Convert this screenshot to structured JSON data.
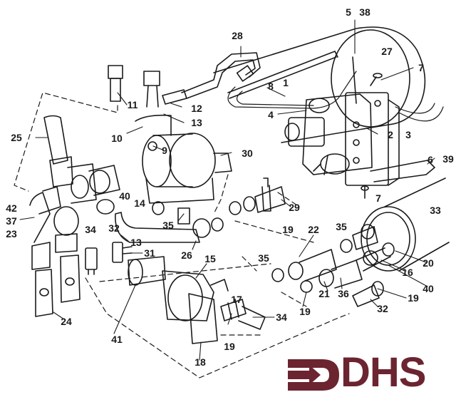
{
  "diagram": {
    "part_labels": [
      {
        "id": "5",
        "text": "5"
      },
      {
        "id": "38",
        "text": "38"
      },
      {
        "id": "28",
        "text": "28"
      },
      {
        "id": "27",
        "text": "27"
      },
      {
        "id": "7a",
        "text": "7"
      },
      {
        "id": "8",
        "text": "8"
      },
      {
        "id": "1",
        "text": "1"
      },
      {
        "id": "11",
        "text": "11"
      },
      {
        "id": "12",
        "text": "12"
      },
      {
        "id": "13a",
        "text": "13"
      },
      {
        "id": "4",
        "text": "4"
      },
      {
        "id": "10",
        "text": "10"
      },
      {
        "id": "2",
        "text": "2"
      },
      {
        "id": "3",
        "text": "3"
      },
      {
        "id": "25",
        "text": "25"
      },
      {
        "id": "9",
        "text": "9"
      },
      {
        "id": "30",
        "text": "30"
      },
      {
        "id": "6",
        "text": "6"
      },
      {
        "id": "39",
        "text": "39"
      },
      {
        "id": "7b",
        "text": "7"
      },
      {
        "id": "40a",
        "text": "40"
      },
      {
        "id": "14",
        "text": "14"
      },
      {
        "id": "29",
        "text": "29"
      },
      {
        "id": "33",
        "text": "33"
      },
      {
        "id": "42",
        "text": "42"
      },
      {
        "id": "37",
        "text": "37"
      },
      {
        "id": "23",
        "text": "23"
      },
      {
        "id": "35a",
        "text": "35"
      },
      {
        "id": "19a",
        "text": "19"
      },
      {
        "id": "22",
        "text": "22"
      },
      {
        "id": "35b",
        "text": "35"
      },
      {
        "id": "34a",
        "text": "34"
      },
      {
        "id": "32a",
        "text": "32"
      },
      {
        "id": "13b",
        "text": "13"
      },
      {
        "id": "26",
        "text": "26"
      },
      {
        "id": "31",
        "text": "31"
      },
      {
        "id": "15",
        "text": "15"
      },
      {
        "id": "20",
        "text": "20"
      },
      {
        "id": "16",
        "text": "16"
      },
      {
        "id": "35c",
        "text": "35"
      },
      {
        "id": "40b",
        "text": "40"
      },
      {
        "id": "21",
        "text": "21"
      },
      {
        "id": "36",
        "text": "36"
      },
      {
        "id": "19b",
        "text": "19"
      },
      {
        "id": "17",
        "text": "17"
      },
      {
        "id": "32b",
        "text": "32"
      },
      {
        "id": "19c",
        "text": "19"
      },
      {
        "id": "34b",
        "text": "34"
      },
      {
        "id": "24",
        "text": "24"
      },
      {
        "id": "41",
        "text": "41"
      },
      {
        "id": "19d",
        "text": "19"
      },
      {
        "id": "18",
        "text": "18"
      }
    ]
  },
  "logo": {
    "text": "DHS",
    "color": "#6b2430"
  }
}
